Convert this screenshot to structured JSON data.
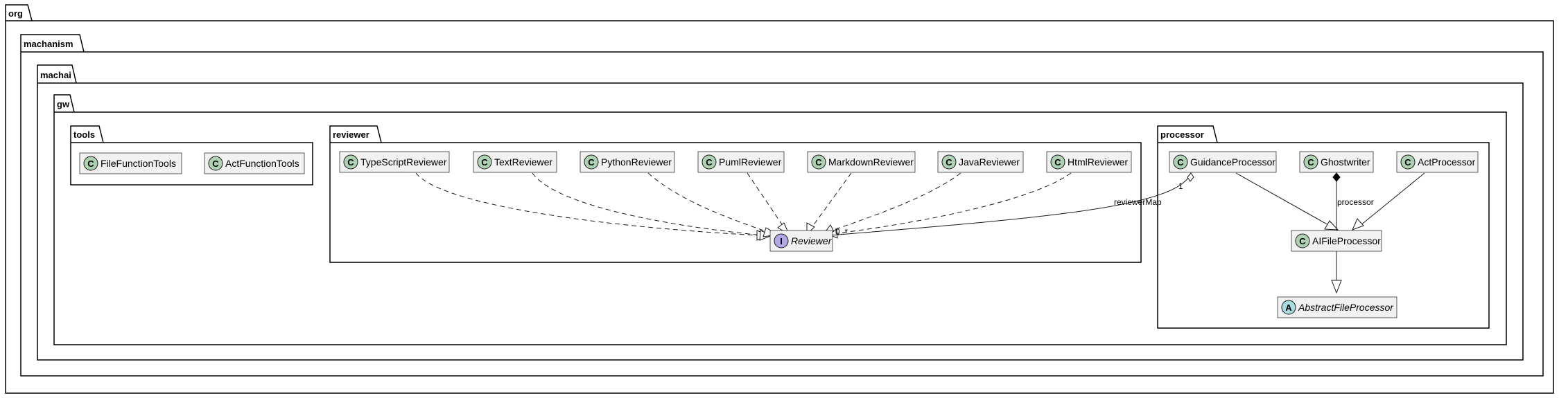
{
  "packages": {
    "org": "org",
    "machanism": "machanism",
    "machai": "machai",
    "gw": "gw",
    "tools": "tools",
    "reviewer": "reviewer",
    "processor": "processor"
  },
  "classes": {
    "file_function_tools": {
      "name": "FileFunctionTools",
      "kind": "C"
    },
    "act_function_tools": {
      "name": "ActFunctionTools",
      "kind": "C"
    },
    "typescript_reviewer": {
      "name": "TypeScriptReviewer",
      "kind": "C"
    },
    "text_reviewer": {
      "name": "TextReviewer",
      "kind": "C"
    },
    "python_reviewer": {
      "name": "PythonReviewer",
      "kind": "C"
    },
    "puml_reviewer": {
      "name": "PumlReviewer",
      "kind": "C"
    },
    "markdown_reviewer": {
      "name": "MarkdownReviewer",
      "kind": "C"
    },
    "java_reviewer": {
      "name": "JavaReviewer",
      "kind": "C"
    },
    "html_reviewer": {
      "name": "HtmlReviewer",
      "kind": "C"
    },
    "reviewer": {
      "name": "Reviewer",
      "kind": "I"
    },
    "guidance_processor": {
      "name": "GuidanceProcessor",
      "kind": "C"
    },
    "ghostwriter": {
      "name": "Ghostwriter",
      "kind": "C"
    },
    "act_processor": {
      "name": "ActProcessor",
      "kind": "C"
    },
    "ai_file_processor": {
      "name": "AIFileProcessor",
      "kind": "C"
    },
    "abstract_file_processor": {
      "name": "AbstractFileProcessor",
      "kind": "A"
    }
  },
  "relations": {
    "reviewer_map_source_mult": "1",
    "reviewer_map_role": "reviewerMap",
    "reviewer_map_target_mult": "0..*",
    "processor_role": "processor"
  },
  "colors": {
    "class_circle": "#add1b2",
    "interface_circle": "#b4a7e5",
    "abstract_circle": "#a9dcdf",
    "class_fill": "#f1f1f1",
    "border": "#181818"
  }
}
